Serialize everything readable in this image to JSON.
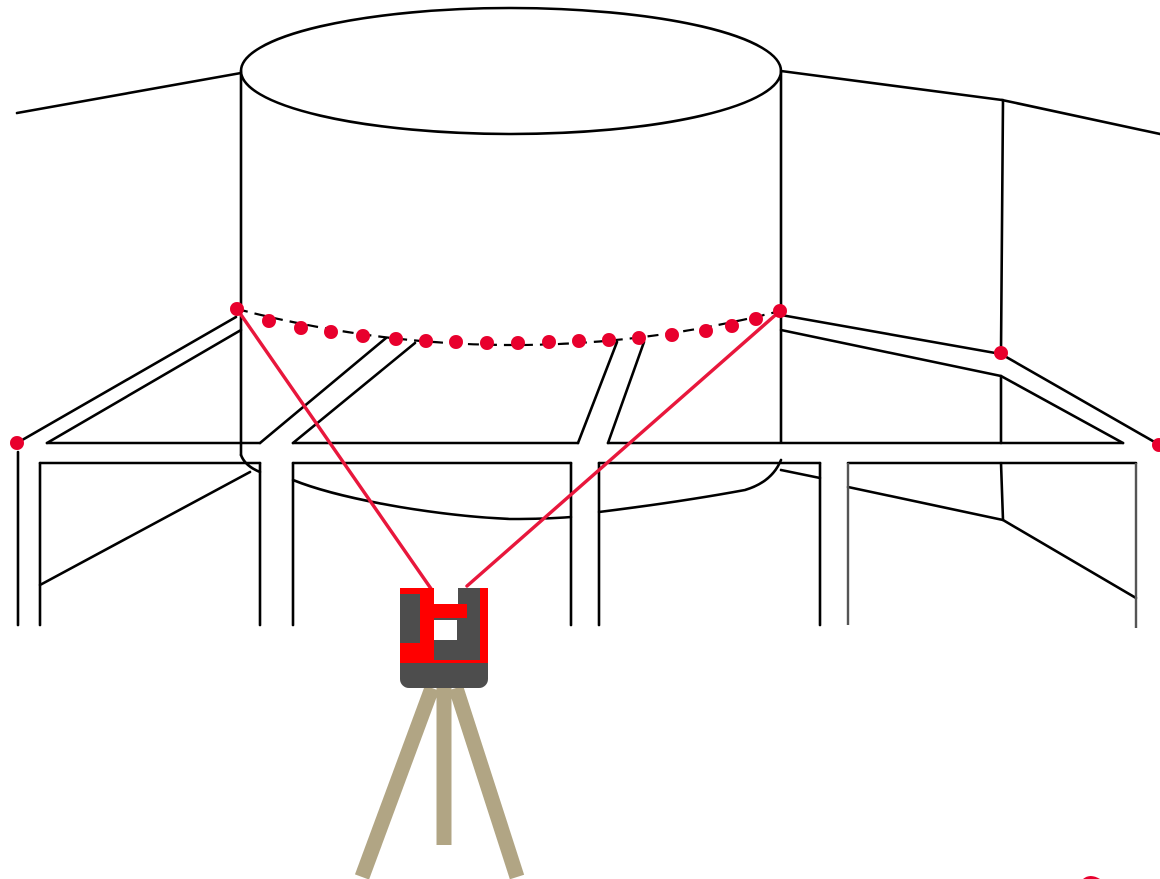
{
  "diagram": {
    "subject": "laser-scanner-survey-of-cylindrical-tank",
    "colors": {
      "line": "#000000",
      "line_gray": "#555555",
      "laser": "#e8173c",
      "point": "#e8002d",
      "instrument_body": "#4d4d4d",
      "instrument_accent": "#ff0000",
      "tripod": "#b1a584",
      "background": "#ffffff"
    },
    "icons": {
      "instrument": "total-station-icon",
      "tripod": "tripod-icon",
      "survey_point": "survey-point-icon"
    },
    "survey_points_count": 22,
    "laser_beams_count": 2
  }
}
